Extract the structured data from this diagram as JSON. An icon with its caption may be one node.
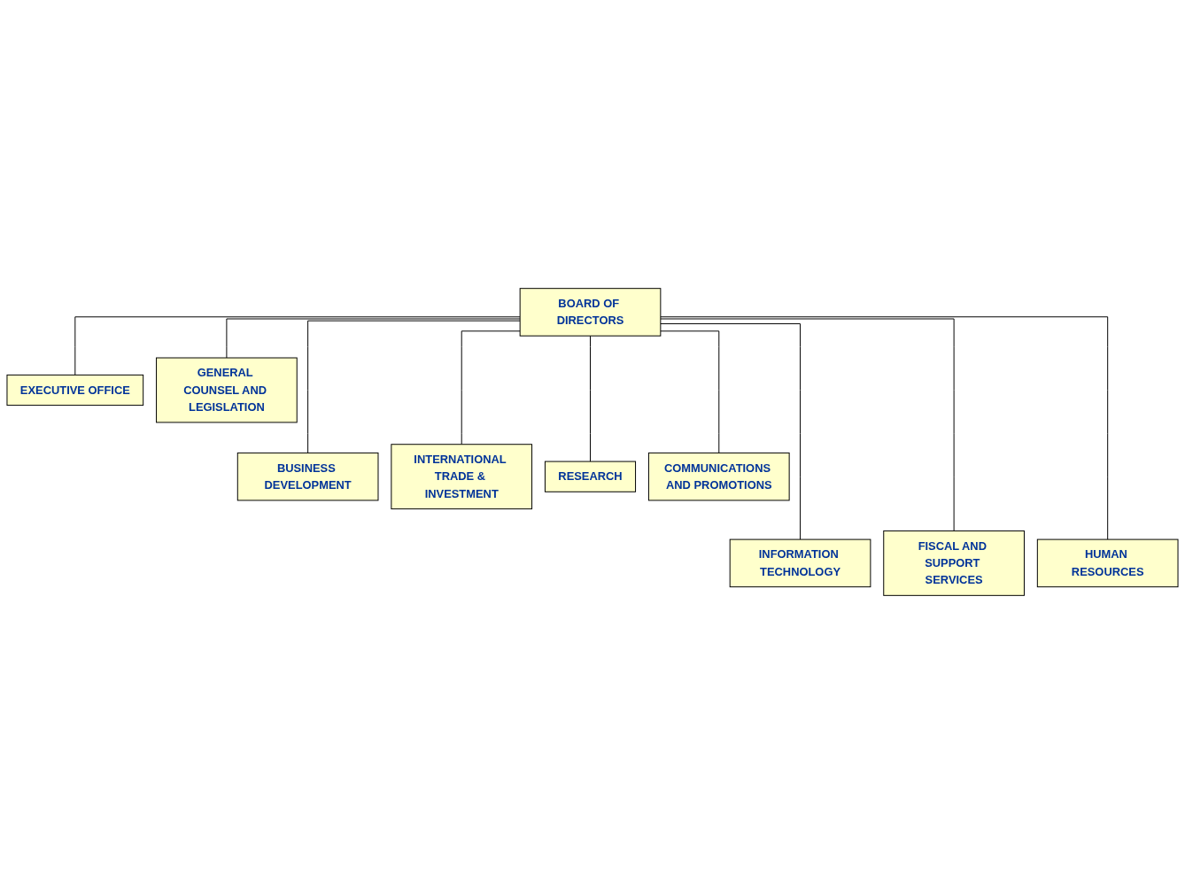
{
  "diagram": {
    "nodes": [
      {
        "text": [
          "BOARD OF DIRECTORS"
        ]
      },
      {
        "text": [
          "EXECUTIVE OFFICE"
        ]
      },
      {
        "text": [
          "GENERAL COUNSEL AND LEGISLATION"
        ]
      },
      {
        "text": [
          "BUSINESS DEVELOPMENT"
        ]
      },
      {
        "text": [
          "INTERNATIONAL TRADE & INVESTMENT"
        ]
      },
      {
        "text": [
          "RESEARCH"
        ]
      },
      {
        "text": [
          "COMMUNICATIONS AND PROMOTIONS"
        ]
      },
      {
        "text": [
          "INFORMATION TECHNOLOGY"
        ]
      },
      {
        "text": [
          "FISCAL AND SUPPORT SERVICES"
        ]
      },
      {
        "text": [
          "HUMAN RESOURCES"
        ]
      }
    ],
    "edges": [
      {
        "from": 0,
        "to": 1,
        "arrow": "none"
      },
      {
        "from": 0,
        "to": 2,
        "arrow": "none"
      },
      {
        "from": 0,
        "to": 3,
        "arrow": "none"
      },
      {
        "from": 0,
        "to": 4,
        "arrow": "none"
      },
      {
        "from": 0,
        "to": 5,
        "arrow": "none"
      },
      {
        "from": 0,
        "to": 6,
        "arrow": "none"
      },
      {
        "from": 0,
        "to": 7,
        "arrow": "none"
      },
      {
        "from": 0,
        "to": 8,
        "arrow": "none"
      },
      {
        "from": 0,
        "to": 9,
        "arrow": "none"
      }
    ]
  }
}
